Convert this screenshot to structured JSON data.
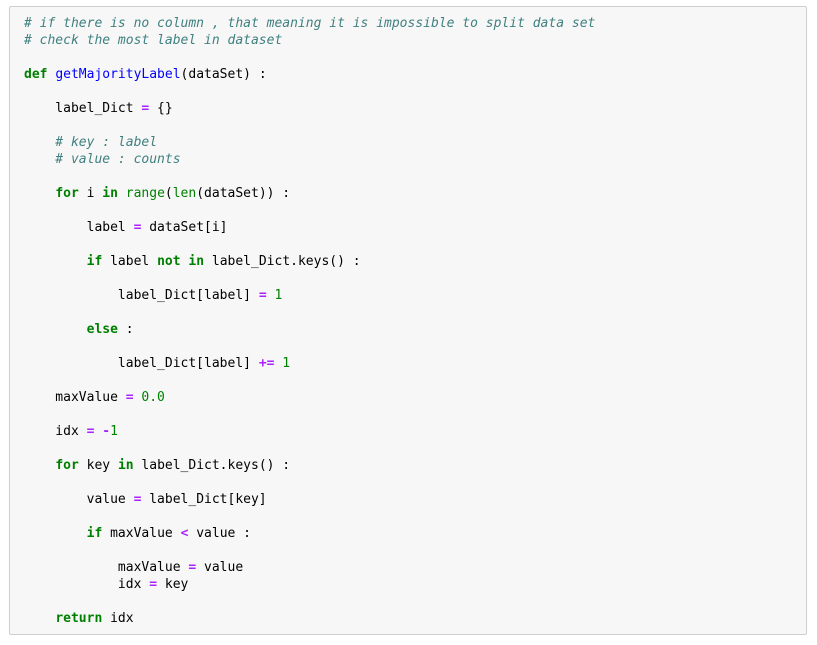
{
  "cell": {
    "name": "python-code-cell",
    "language": "python",
    "background_color": "#f7f7f7",
    "border_color": "#cfcfcf",
    "text_color": "#000000"
  },
  "token_colors": {
    "comment": "#408080",
    "keyword": "#008000",
    "function_name": "#0000ff",
    "builtin": "#008000",
    "operator": "#aa22ff",
    "number": "#008000",
    "name": "#000000",
    "punctuation": "#000000"
  },
  "code": {
    "raw": "# if there is no column , that meaning it is impossible to split data set\n# check the most label in dataset\n\ndef getMajorityLabel(dataSet) :\n\n    label_Dict = {}\n\n    # key : label\n    # value : counts\n\n    for i in range(len(dataSet)) :\n\n        label = dataSet[i]\n\n        if label not in label_Dict.keys() :\n\n            label_Dict[label] = 1\n\n        else :\n\n            label_Dict[label] += 1\n\n    maxValue = 0.0\n\n    idx = -1\n\n    for key in label_Dict.keys() :\n\n        value = label_Dict[key]\n\n        if maxValue < value :\n\n            maxValue = value\n            idx = key\n\n    return idx",
    "lines": [
      {
        "tokens": [
          {
            "t": "# if there is no column , that meaning it is impossible to split data set",
            "c": "c"
          }
        ]
      },
      {
        "tokens": [
          {
            "t": "# check the most label in dataset",
            "c": "c"
          }
        ]
      },
      {
        "blank": true
      },
      {
        "tokens": [
          {
            "t": "def",
            "c": "k"
          },
          {
            "t": " ",
            "c": "n"
          },
          {
            "t": "getMajorityLabel",
            "c": "nf"
          },
          {
            "t": "(dataSet) :",
            "c": "p"
          }
        ]
      },
      {
        "blank": true
      },
      {
        "tokens": [
          {
            "t": "    label_Dict ",
            "c": "n"
          },
          {
            "t": "=",
            "c": "o"
          },
          {
            "t": " {}",
            "c": "p"
          }
        ]
      },
      {
        "blank": true
      },
      {
        "tokens": [
          {
            "t": "    # key : label",
            "c": "c"
          }
        ]
      },
      {
        "tokens": [
          {
            "t": "    # value : counts",
            "c": "c"
          }
        ]
      },
      {
        "blank": true
      },
      {
        "tokens": [
          {
            "t": "    ",
            "c": "n"
          },
          {
            "t": "for",
            "c": "k"
          },
          {
            "t": " i ",
            "c": "n"
          },
          {
            "t": "in",
            "c": "k"
          },
          {
            "t": " ",
            "c": "n"
          },
          {
            "t": "range",
            "c": "nb"
          },
          {
            "t": "(",
            "c": "p"
          },
          {
            "t": "len",
            "c": "nb"
          },
          {
            "t": "(dataSet)) :",
            "c": "p"
          }
        ]
      },
      {
        "blank": true
      },
      {
        "tokens": [
          {
            "t": "        label ",
            "c": "n"
          },
          {
            "t": "=",
            "c": "o"
          },
          {
            "t": " dataSet[i]",
            "c": "n"
          }
        ]
      },
      {
        "blank": true
      },
      {
        "tokens": [
          {
            "t": "        ",
            "c": "n"
          },
          {
            "t": "if",
            "c": "k"
          },
          {
            "t": " label ",
            "c": "n"
          },
          {
            "t": "not",
            "c": "k"
          },
          {
            "t": " ",
            "c": "n"
          },
          {
            "t": "in",
            "c": "k"
          },
          {
            "t": " label_Dict.keys() :",
            "c": "n"
          }
        ]
      },
      {
        "blank": true
      },
      {
        "tokens": [
          {
            "t": "            label_Dict[label] ",
            "c": "n"
          },
          {
            "t": "=",
            "c": "o"
          },
          {
            "t": " ",
            "c": "n"
          },
          {
            "t": "1",
            "c": "m"
          }
        ]
      },
      {
        "blank": true
      },
      {
        "tokens": [
          {
            "t": "        ",
            "c": "n"
          },
          {
            "t": "else",
            "c": "k"
          },
          {
            "t": " :",
            "c": "p"
          }
        ]
      },
      {
        "blank": true
      },
      {
        "tokens": [
          {
            "t": "            label_Dict[label] ",
            "c": "n"
          },
          {
            "t": "+=",
            "c": "o"
          },
          {
            "t": " ",
            "c": "n"
          },
          {
            "t": "1",
            "c": "m"
          }
        ]
      },
      {
        "blank": true
      },
      {
        "tokens": [
          {
            "t": "    maxValue ",
            "c": "n"
          },
          {
            "t": "=",
            "c": "o"
          },
          {
            "t": " ",
            "c": "n"
          },
          {
            "t": "0.0",
            "c": "m"
          }
        ]
      },
      {
        "blank": true
      },
      {
        "tokens": [
          {
            "t": "    idx ",
            "c": "n"
          },
          {
            "t": "=",
            "c": "o"
          },
          {
            "t": " ",
            "c": "n"
          },
          {
            "t": "-",
            "c": "o"
          },
          {
            "t": "1",
            "c": "m"
          }
        ]
      },
      {
        "blank": true
      },
      {
        "tokens": [
          {
            "t": "    ",
            "c": "n"
          },
          {
            "t": "for",
            "c": "k"
          },
          {
            "t": " key ",
            "c": "n"
          },
          {
            "t": "in",
            "c": "k"
          },
          {
            "t": " label_Dict.keys() :",
            "c": "n"
          }
        ]
      },
      {
        "blank": true
      },
      {
        "tokens": [
          {
            "t": "        value ",
            "c": "n"
          },
          {
            "t": "=",
            "c": "o"
          },
          {
            "t": " label_Dict[key]",
            "c": "n"
          }
        ]
      },
      {
        "blank": true
      },
      {
        "tokens": [
          {
            "t": "        ",
            "c": "n"
          },
          {
            "t": "if",
            "c": "k"
          },
          {
            "t": " maxValue ",
            "c": "n"
          },
          {
            "t": "<",
            "c": "o"
          },
          {
            "t": " value :",
            "c": "n"
          }
        ]
      },
      {
        "blank": true
      },
      {
        "tokens": [
          {
            "t": "            maxValue ",
            "c": "n"
          },
          {
            "t": "=",
            "c": "o"
          },
          {
            "t": " value",
            "c": "n"
          }
        ]
      },
      {
        "tokens": [
          {
            "t": "            idx ",
            "c": "n"
          },
          {
            "t": "=",
            "c": "o"
          },
          {
            "t": " key",
            "c": "n"
          }
        ]
      },
      {
        "blank": true
      },
      {
        "tokens": [
          {
            "t": "    ",
            "c": "n"
          },
          {
            "t": "return",
            "c": "k"
          },
          {
            "t": " idx",
            "c": "n"
          }
        ]
      }
    ]
  }
}
